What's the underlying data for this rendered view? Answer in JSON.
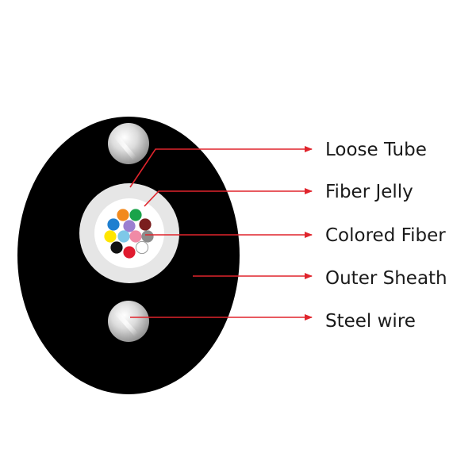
{
  "diagram": {
    "labels": {
      "loose_tube": "Loose Tube",
      "fiber_jelly": "Fiber Jelly",
      "colored_fiber": "Colored Fiber",
      "outer_sheath": "Outer Sheath",
      "steel_wire": "Steel wire"
    },
    "colors": {
      "sheath": "#000000",
      "loose_tube": "#e6e6e6",
      "jelly": "#ffffff",
      "leader_line": "#e0242c",
      "text": "#1a1a1a"
    },
    "fiber_colors": [
      {
        "name": "orange",
        "hex": "#f28a1e"
      },
      {
        "name": "green",
        "hex": "#1aa34a"
      },
      {
        "name": "blue",
        "hex": "#1f7fd0"
      },
      {
        "name": "violet",
        "hex": "#9b7fd0"
      },
      {
        "name": "brown",
        "hex": "#7a1e1e"
      },
      {
        "name": "yellow",
        "hex": "#ffe600"
      },
      {
        "name": "aqua",
        "hex": "#7ec8e8"
      },
      {
        "name": "rose",
        "hex": "#f08aa6"
      },
      {
        "name": "gray",
        "hex": "#8c8c8c"
      },
      {
        "name": "black",
        "hex": "#111111"
      },
      {
        "name": "red",
        "hex": "#e01b2f"
      },
      {
        "name": "white",
        "hex": "#ffffff"
      }
    ]
  }
}
